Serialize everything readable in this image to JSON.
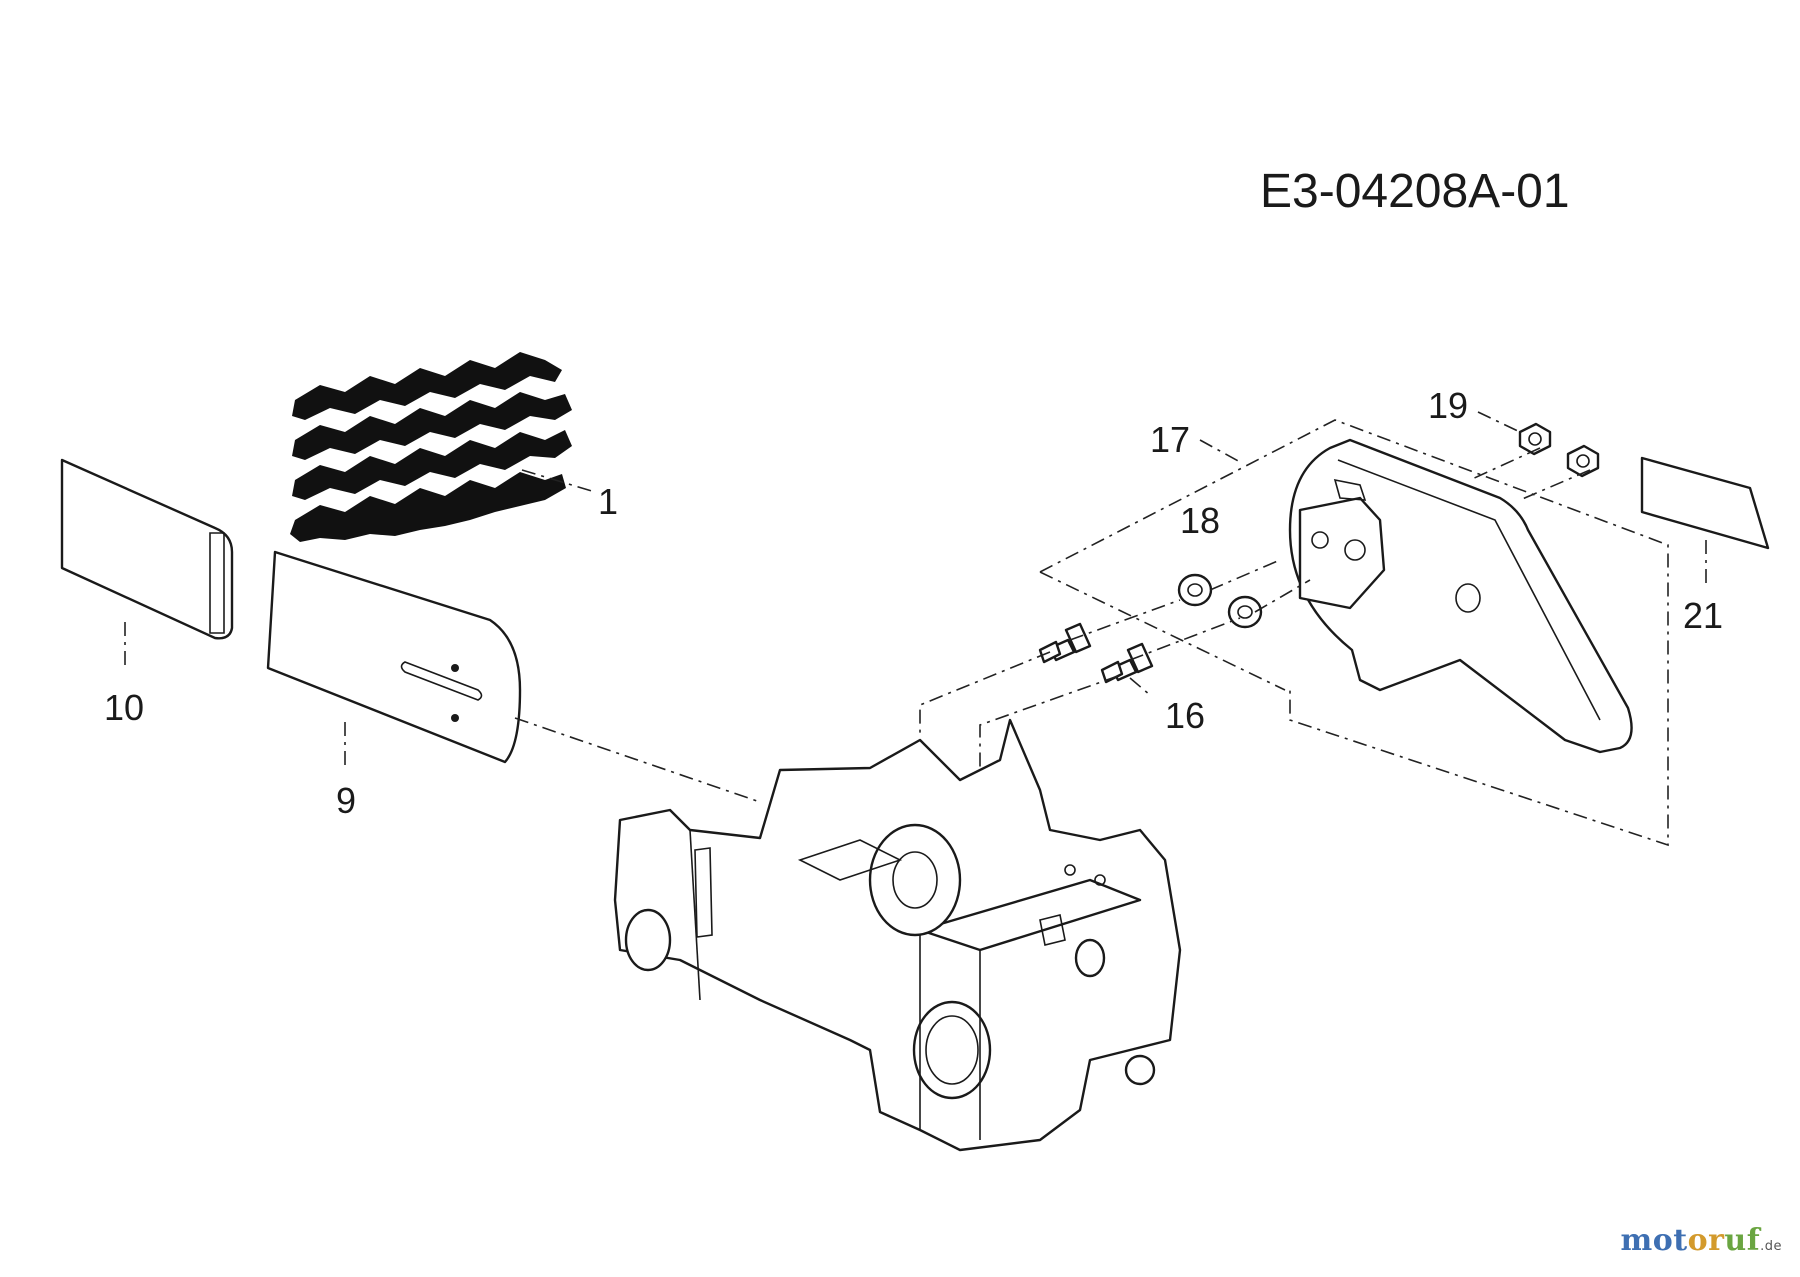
{
  "drawing_code": "E3-04208A-01",
  "labels": {
    "p1": "1",
    "p9": "9",
    "p10": "10",
    "p16": "16",
    "p17": "17",
    "p18": "18",
    "p19": "19",
    "p21": "21"
  },
  "watermark": {
    "text": "motoruf",
    "tld": ".de",
    "letter_colors": [
      "#3e6fb2",
      "#3e6fb2",
      "#3e6fb2",
      "#d39a2c",
      "#d39a2c",
      "#6aa541",
      "#6aa541"
    ]
  }
}
